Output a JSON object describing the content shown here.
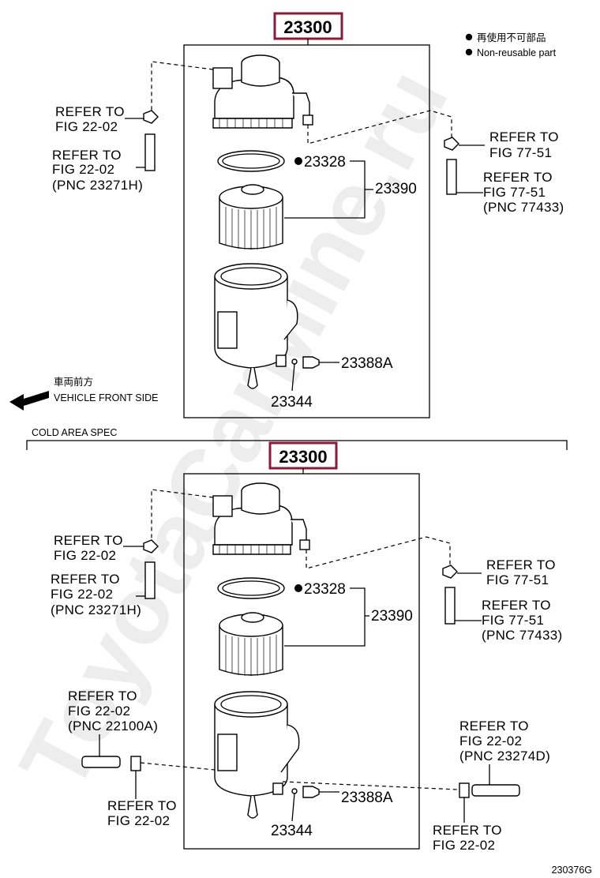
{
  "legend": {
    "line_jp": "再使用不可部品",
    "line_en": "Non-reusable part"
  },
  "vehicle_front": {
    "jp": "車両前方",
    "en": "VEHICLE FRONT SIDE"
  },
  "section_label": "COLD AREA SPEC",
  "image_code": "230376G",
  "watermark": "ToyotaCarMine.ru",
  "top": {
    "assembly": "23300",
    "parts": {
      "p23328": "23328",
      "p23390": "23390",
      "p23388a": "23388A",
      "p23344": "23344"
    },
    "refs": {
      "left1": [
        "REFER  TO",
        "FIG 22-02"
      ],
      "left2": [
        "REFER  TO",
        "FIG 22-02",
        "(PNC  23271H)"
      ],
      "right1": [
        "REFER  TO",
        "FIG 77-51"
      ],
      "right2": [
        "REFER  TO",
        "FIG 77-51",
        "(PNC  77433)"
      ]
    }
  },
  "bottom": {
    "assembly": "23300",
    "parts": {
      "p23328": "23328",
      "p23390": "23390",
      "p23388a": "23388A",
      "p23344": "23344"
    },
    "refs": {
      "left1": [
        "REFER  TO",
        "FIG 22-02"
      ],
      "left2": [
        "REFER  TO",
        "FIG 22-02",
        "(PNC  23271H)"
      ],
      "right1": [
        "REFER  TO",
        "FIG 77-51"
      ],
      "right2": [
        "REFER  TO",
        "FIG 77-51",
        "(PNC  77433)"
      ],
      "left3": [
        "REFER  TO",
        "FIG  22-02",
        "(PNC  22100A)"
      ],
      "left4": [
        "REFER  TO",
        "FIG 22-02"
      ],
      "right3": [
        "REFER  TO",
        "FIG  22-02",
        "(PNC  23274D)"
      ],
      "right4": [
        "REFER  TO",
        "FIG 22-02"
      ]
    }
  },
  "colors": {
    "assembly_box": "#8b1a3a",
    "line": "#000000"
  }
}
